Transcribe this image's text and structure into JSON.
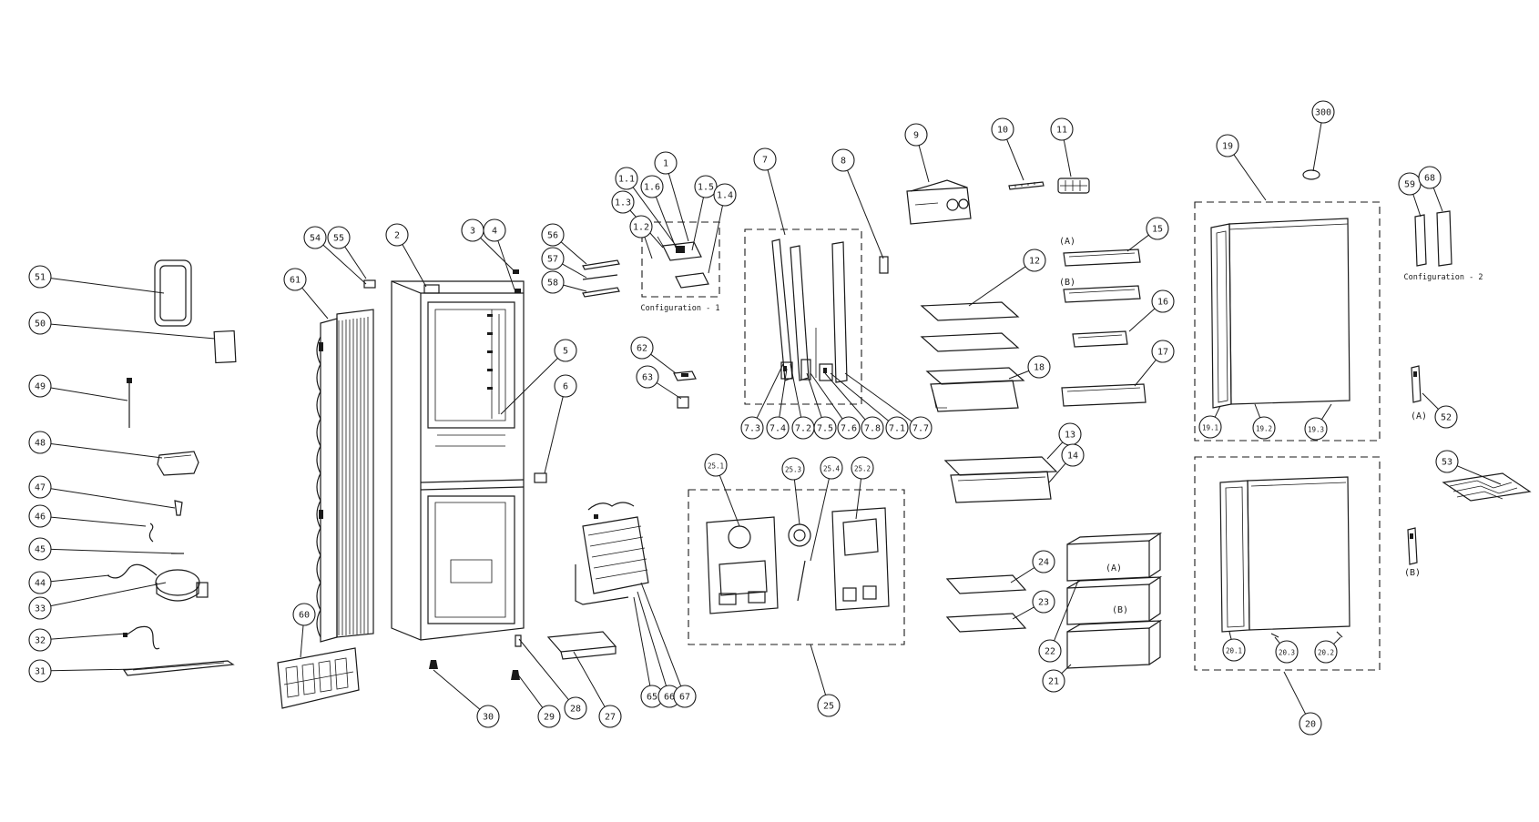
{
  "captions": {
    "configuration_1": "Configuration - 1",
    "configuration_2": "Configuration - 2"
  },
  "variant_labels": {
    "A": "(A)",
    "B": "(B)"
  },
  "callouts": [
    "51",
    "50",
    "49",
    "48",
    "47",
    "46",
    "45",
    "44",
    "33",
    "32",
    "31",
    "54",
    "55",
    "61",
    "2",
    "3",
    "4",
    "60",
    "30",
    "29",
    "28",
    "27",
    "56",
    "57",
    "58",
    "5",
    "6",
    "1",
    "1.1",
    "1.6",
    "1.5",
    "1.3",
    "1.2",
    "1.4",
    "62",
    "63",
    "7",
    "8",
    "7.3",
    "7.4",
    "7.2",
    "7.5",
    "7.6",
    "7.8",
    "7.1",
    "7.7",
    "9",
    "10",
    "11",
    "12",
    "15",
    "16",
    "17",
    "18",
    "13",
    "14",
    "24",
    "23",
    "22",
    "21",
    "25.1",
    "25.3",
    "25.4",
    "25.2",
    "25",
    "65",
    "66",
    "67",
    "19",
    "300",
    "19.1",
    "19.2",
    "19.3",
    "20",
    "20.1",
    "20.3",
    "20.2",
    "59",
    "68",
    "52",
    "53"
  ],
  "colors": {
    "ink": "#1a1a1a",
    "background": "#ffffff"
  }
}
